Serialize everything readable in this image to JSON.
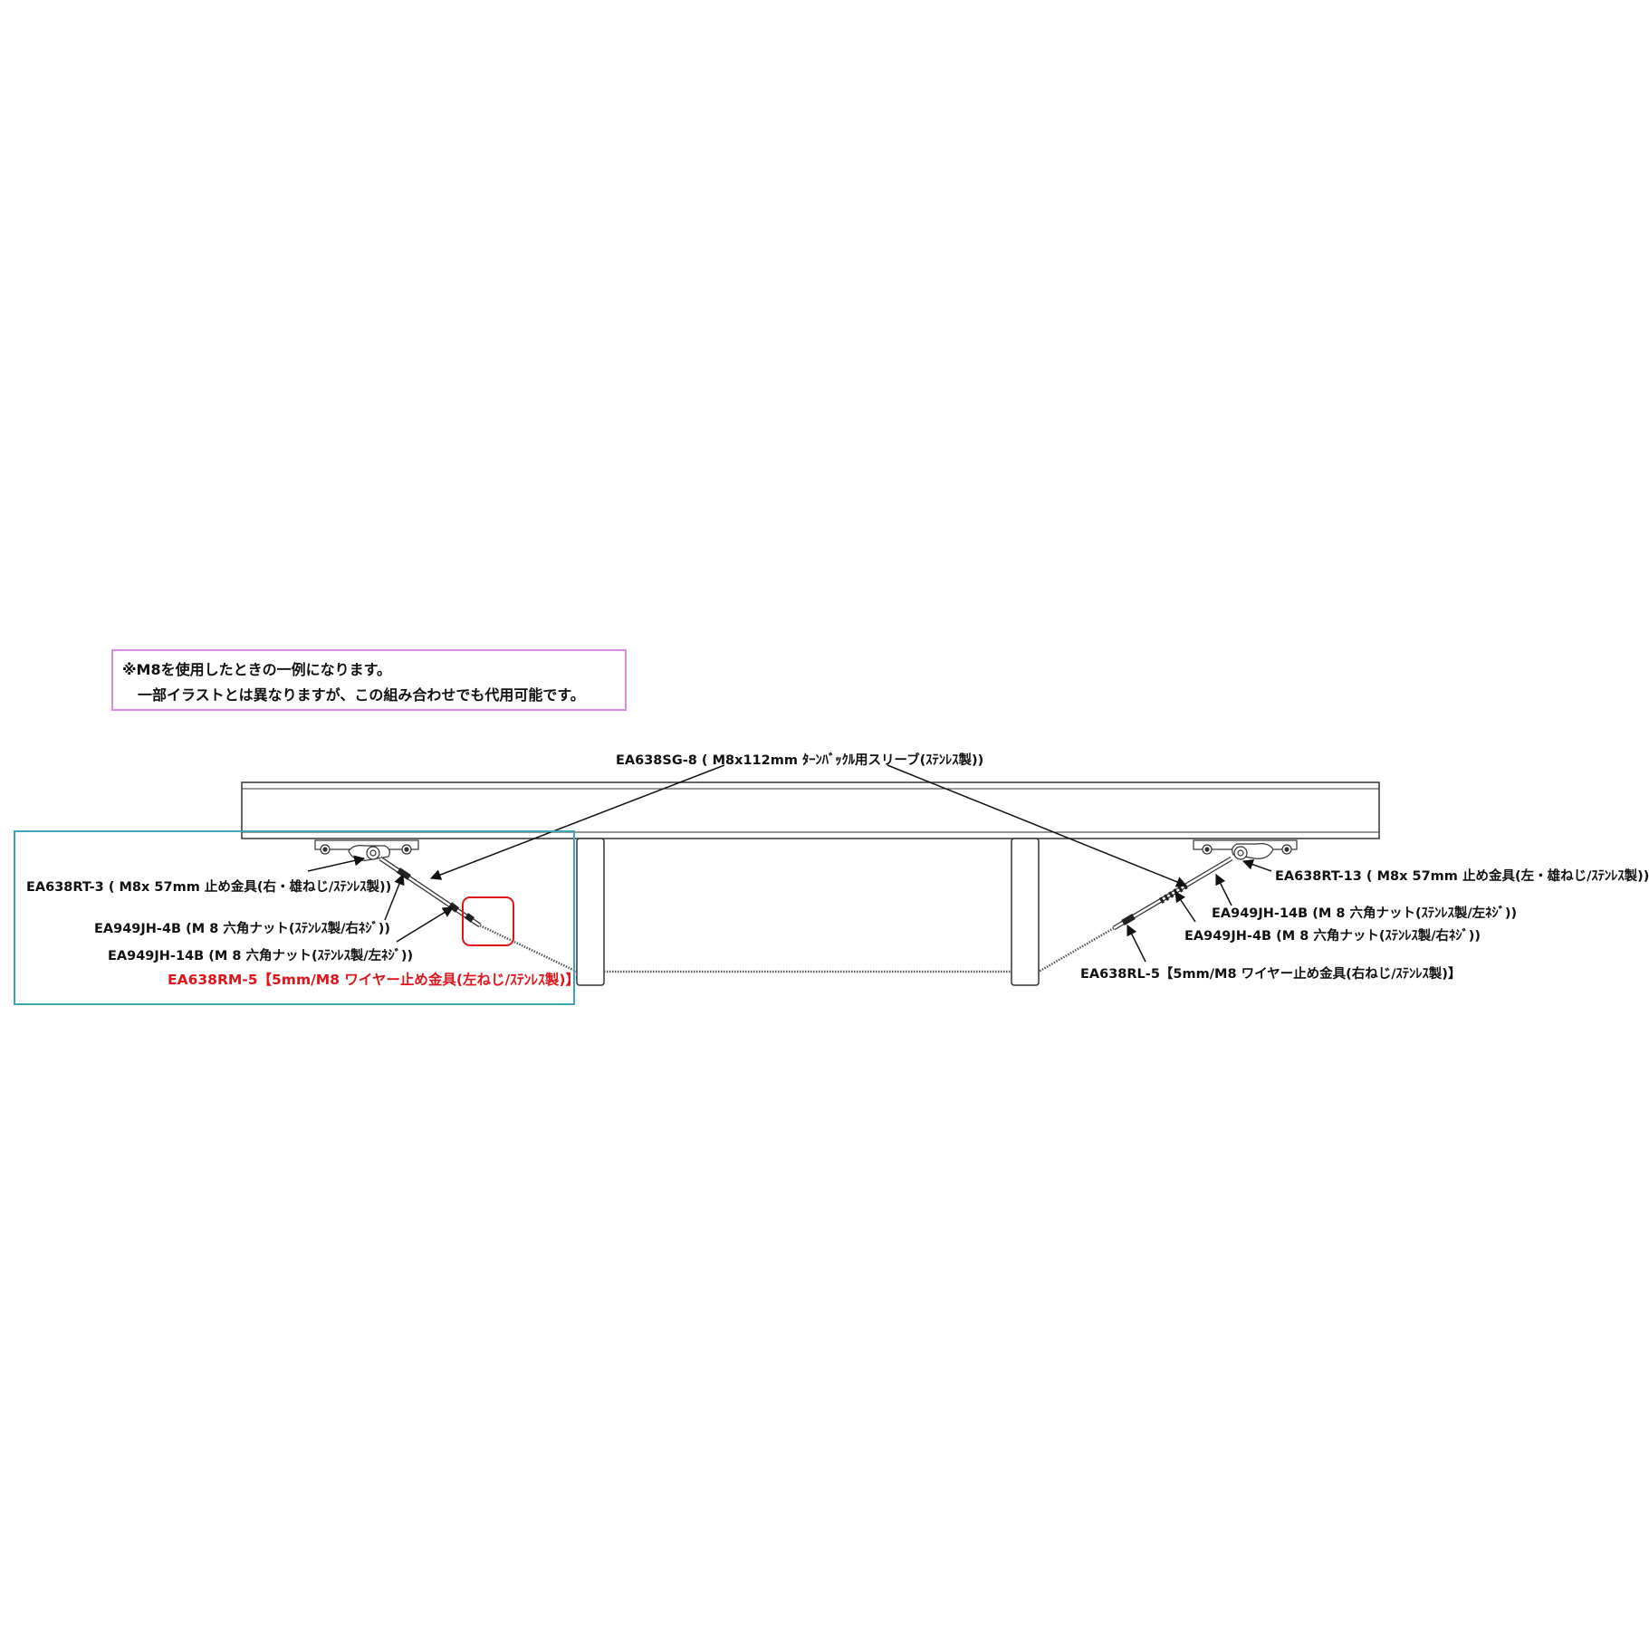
{
  "note": {
    "line1": "※M8を使用したときの一例になります。",
    "line2": "一部イラストとは異なりますが、この組み合わせでも代用可能です。"
  },
  "labels": {
    "sleeve": "EA638SG-8 ( M8x112mm ﾀｰﾝﾊﾞｯｸﾙ用スリーブ(ｽﾃﾝﾚｽ製))",
    "left_stop": "EA638RT-3 ( M8x 57mm 止め金具(右・雄ねじ/ｽﾃﾝﾚｽ製))",
    "left_nut_4b": "EA949JH-4B (M 8 六角ナット(ｽﾃﾝﾚｽ製/右ﾈｼﾞ))",
    "left_nut_14b": "EA949JH-14B (M 8 六角ナット(ｽﾃﾝﾚｽ製/左ﾈｼﾞ))",
    "left_wire_stop": "EA638RM-5【5mm/M8 ワイヤー止め金具(左ねじ/ｽﾃﾝﾚｽ製)】",
    "right_stop": "EA638RT-13 ( M8x 57mm 止め金具(左・雄ねじ/ｽﾃﾝﾚｽ製))",
    "right_nut_14b": "EA949JH-14B (M 8 六角ナット(ｽﾃﾝﾚｽ製/左ﾈｼﾞ))",
    "right_nut_4b": "EA949JH-4B (M 8 六角ナット(ｽﾃﾝﾚｽ製/右ﾈｼﾞ))",
    "right_wire_stop": "EA638RL-5【5mm/M8 ワイヤー止め金具(右ねじ/ｽﾃﾝﾚｽ製)】"
  },
  "colors": {
    "note_border": "#d98be0",
    "detail_border": "#3aa7b6",
    "highlight_border": "#e0141b",
    "highlight_text": "#e0141b",
    "line": "#222222"
  }
}
